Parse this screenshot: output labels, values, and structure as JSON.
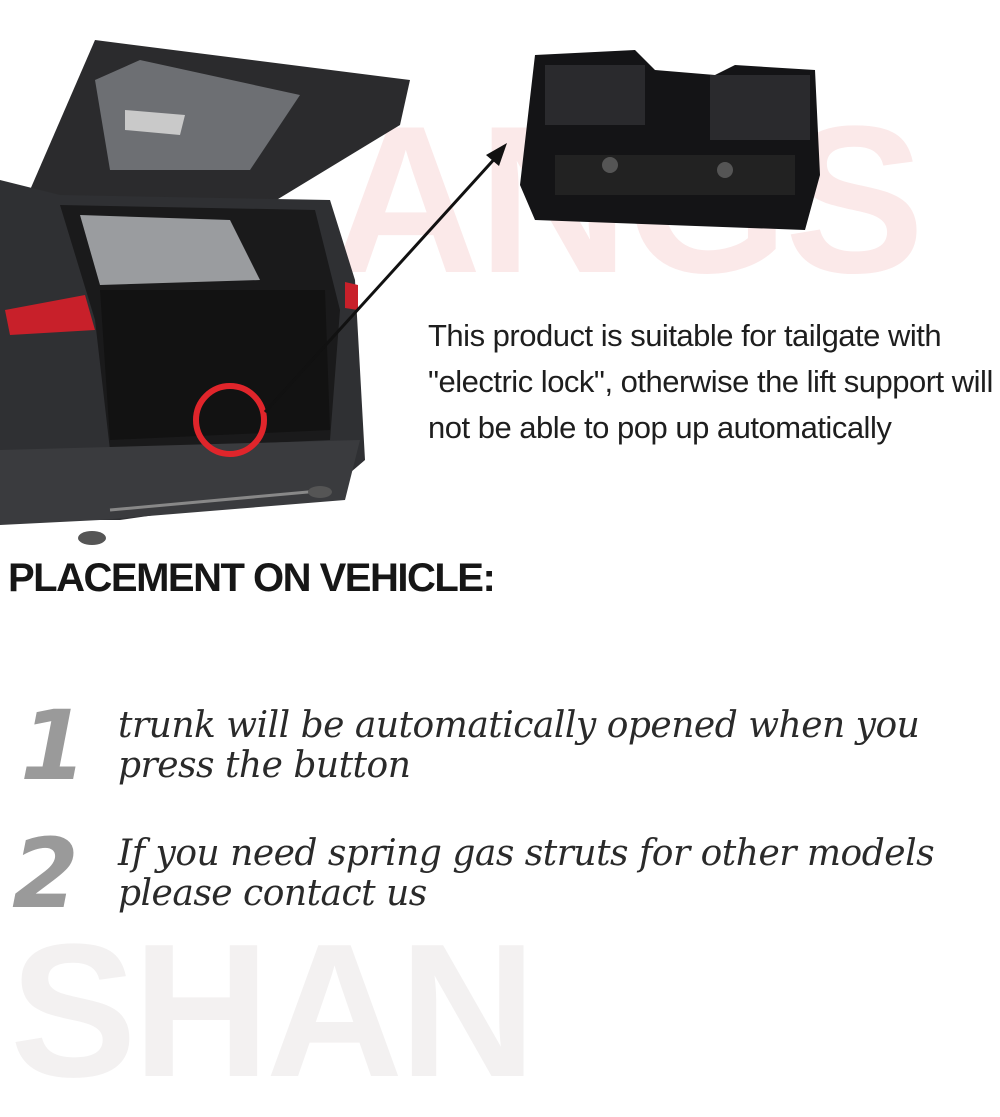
{
  "watermark": {
    "top": "ANGS",
    "bottom": "SHAN"
  },
  "description": "This product is suitable for tailgate with \"electric lock\", otherwise the lift support will not be able to pop up automatically",
  "heading": "PLACEMENT ON VEHICLE:",
  "steps": [
    {
      "number": "1",
      "text": "trunk will be automatically opened when you press the button"
    },
    {
      "number": "2",
      "text": "If you need spring gas struts for other models please contact us"
    }
  ],
  "colors": {
    "highlight_circle": "#e0252b",
    "text": "#1e1e1e",
    "number": "#9a9a9a"
  }
}
